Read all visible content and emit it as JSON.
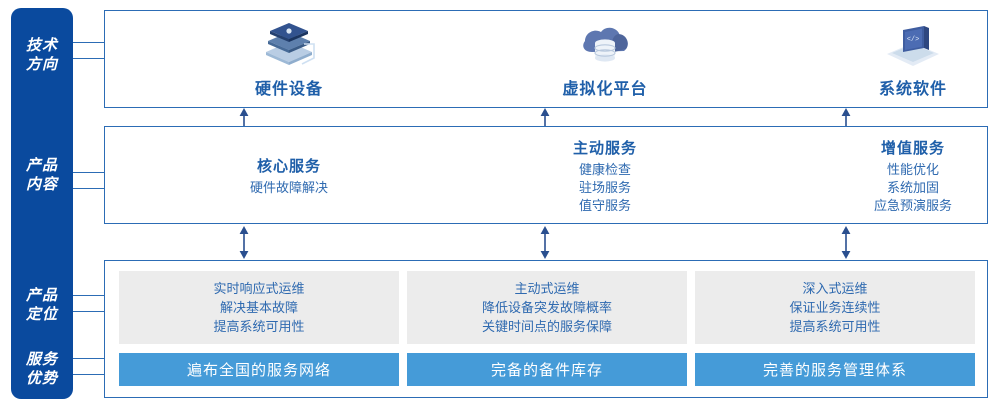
{
  "colors": {
    "sidebar_blue": "#0a4a9e",
    "panel_border": "#2c6cb5",
    "heading_blue": "#1f5fa9",
    "body_blue": "#2f6ab0",
    "bar_blue": "#459bd8",
    "grey_box": "#ececec",
    "white": "#ffffff"
  },
  "sidebar": {
    "items": [
      {
        "name": "tech-direction",
        "line1": "技术",
        "line2": "方向"
      },
      {
        "name": "product-content",
        "line1": "产品",
        "line2": "内容"
      },
      {
        "name": "product-position",
        "line1": "产品",
        "line2": "定位"
      },
      {
        "name": "service-advantage",
        "line1": "服务",
        "line2": "优势"
      }
    ]
  },
  "tech_row": {
    "columns": [
      {
        "icon": "server-stack-icon",
        "label": "硬件设备"
      },
      {
        "icon": "cloud-database-icon",
        "label": "虚拟化平台"
      },
      {
        "icon": "laptop-code-icon",
        "label": "系统软件"
      }
    ]
  },
  "content_row": {
    "columns": [
      {
        "title": "核心服务",
        "items": [
          "硬件故障解决"
        ]
      },
      {
        "title": "主动服务",
        "items": [
          "健康检查",
          "驻场服务",
          "值守服务"
        ]
      },
      {
        "title": "增值服务",
        "items": [
          "性能优化",
          "系统加固",
          "应急预演服务"
        ]
      }
    ]
  },
  "bottom_row": {
    "columns": [
      {
        "lines": [
          "实时响应式运维",
          "解决基本故障",
          "提高系统可用性"
        ],
        "bar": "遍布全国的服务网络"
      },
      {
        "lines": [
          "主动式运维",
          "降低设备突发故障概率",
          "关键时间点的服务保障"
        ],
        "bar": "完备的备件库存"
      },
      {
        "lines": [
          "深入式运维",
          "保证业务连续性",
          "提高系统可用性"
        ],
        "bar": "完善的服务管理体系"
      }
    ]
  },
  "arrows": {
    "up_arrow_name": "arrow-up",
    "double_arrow_name": "arrow-up-down",
    "down_arrow_name": "arrow-down"
  }
}
